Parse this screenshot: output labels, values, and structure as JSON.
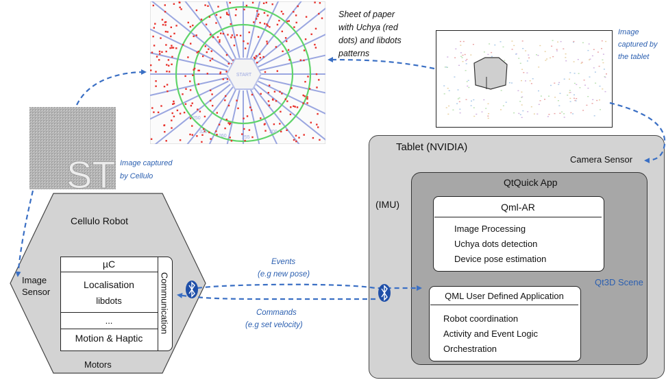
{
  "annotations": {
    "sheet_caption": [
      "Sheet of paper",
      "with Uchya (red",
      "dots) and libdots",
      "patterns"
    ],
    "tablet_image_caption": [
      "Image",
      "captured by",
      "the tablet"
    ],
    "cellulo_image_caption": [
      "Image captured",
      "by Cellulo"
    ],
    "events_label": "Events",
    "events_sub": "(e.g new pose)",
    "commands_label": "Commands",
    "commands_sub": "(e.g set velocity)"
  },
  "sheet": {
    "start_label": "START",
    "bottom_numbers": [
      "250",
      "325",
      "260",
      "255",
      "300"
    ]
  },
  "cellulo_patch_text": "ST",
  "robot": {
    "title": "Cellulo Robot",
    "image_sensor": [
      "Image",
      "Sensor"
    ],
    "uc": "µC",
    "localisation": "Localisation",
    "libdots": "libdots",
    "ellipsis": "...",
    "motion": "Motion & Haptic",
    "communication": "Communication",
    "motors": "Motors"
  },
  "tablet": {
    "title": "Tablet (NVIDIA)",
    "camera": "Camera Sensor",
    "imu": "(IMU)",
    "qtquick": "QtQuick App",
    "qt3d": "Qt3D Scene",
    "qmlar": {
      "title": "Qml-AR",
      "items": [
        "Image Processing",
        "Uchya dots detection",
        "Device pose estimation"
      ]
    },
    "qmluser": {
      "title": "QML User Defined Application",
      "items": [
        "Robot coordination",
        "Activity and Event Logic",
        "Orchestration"
      ]
    }
  },
  "colors": {
    "arrow_blue": "#3a6fc4",
    "annotation_blue": "#2b5fb0",
    "dot_red": "#e8302a",
    "ring_green": "#5fd46a",
    "ray_lavender": "#9aa6e0",
    "bluetooth_blue": "#1f4fa8"
  }
}
